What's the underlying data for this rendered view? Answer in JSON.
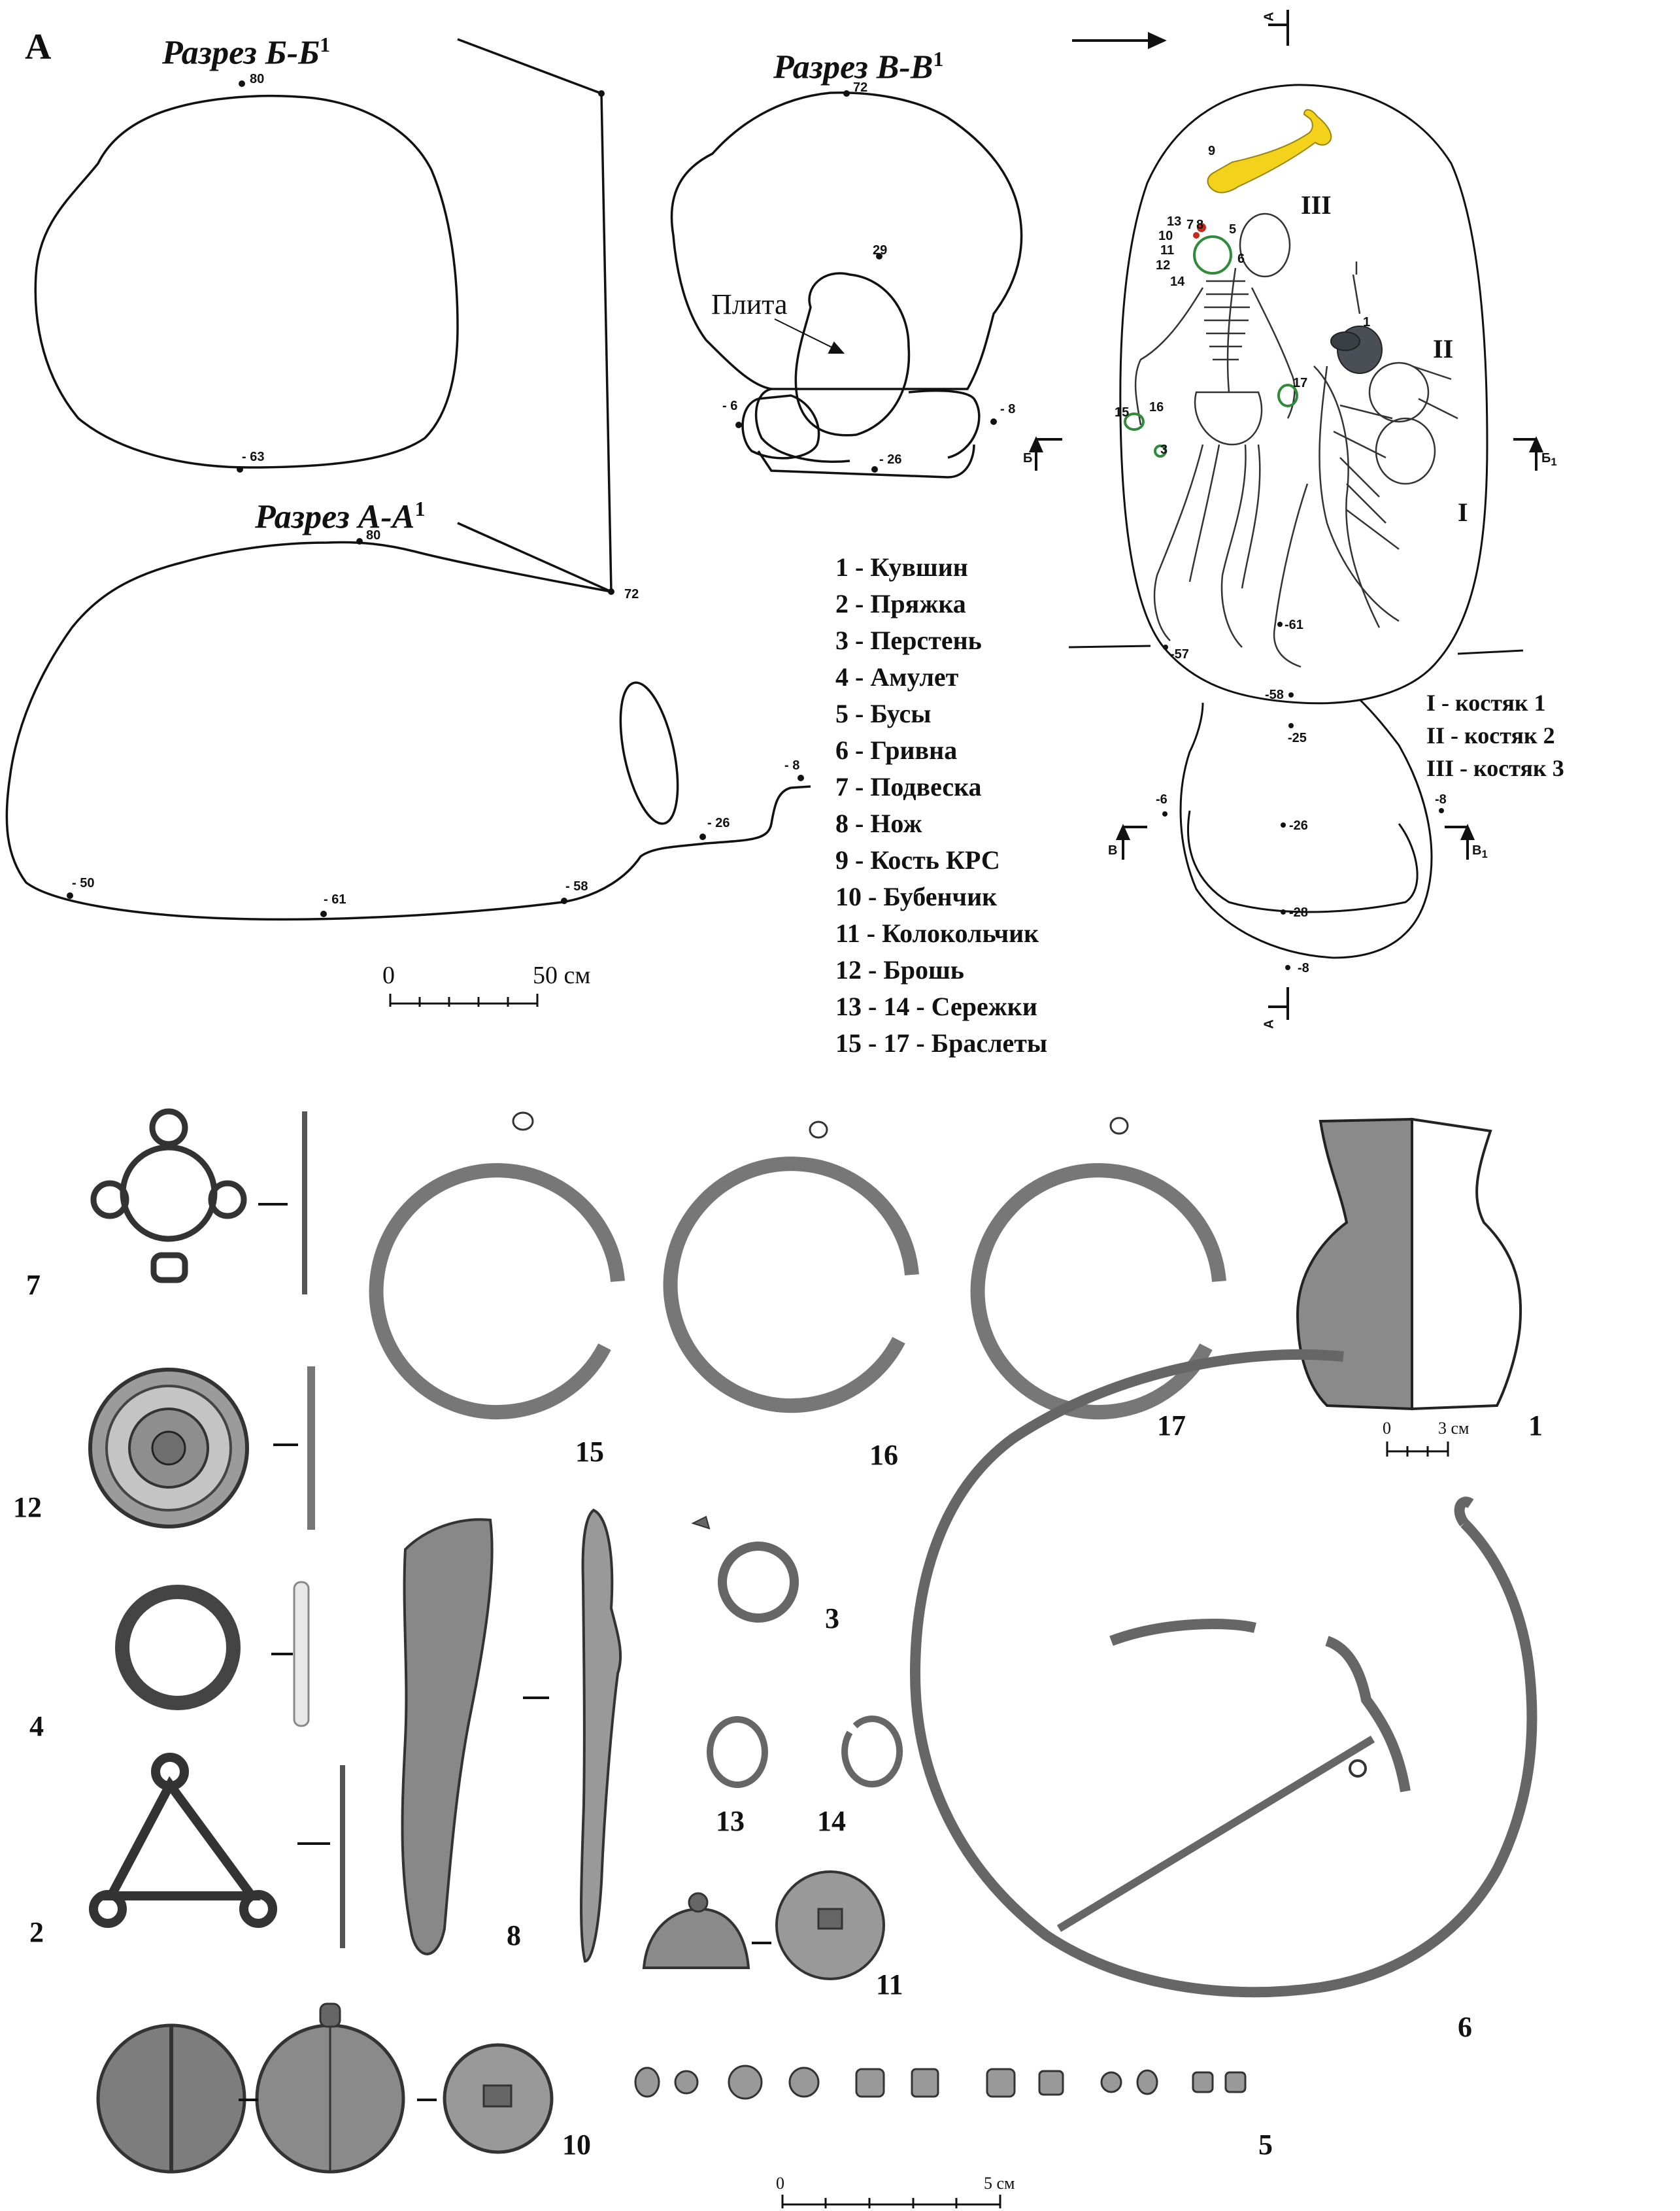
{
  "panel_letter": "А",
  "sections": {
    "bb": {
      "title": "Разрез Б-Б",
      "sup": "1"
    },
    "vv": {
      "title": "Разрез В-В",
      "sup": "1"
    },
    "aa": {
      "title": "Разрез А-А",
      "sup": "1"
    }
  },
  "plita_label": "Плита",
  "depth_marks": {
    "bb_top": "80",
    "bb_bottom": "- 63",
    "vv_top": "72",
    "vv_mid": "29",
    "vv_left": "- 6",
    "vv_right": "- 8",
    "vv_bottom": "- 26",
    "aa_top": "80",
    "aa_72": "72",
    "aa_m8": "- 8",
    "aa_m26": "- 26",
    "aa_m50": "- 50",
    "aa_m61": "- 61",
    "aa_m58": "- 58",
    "plan_m61": "-61",
    "plan_m57": "-57",
    "plan_m58": "-58",
    "plan_m25": "-25",
    "plan_m26": "-26",
    "plan_m28": "-28",
    "plan_m8_bottom": "-8",
    "plan_m6": "-6",
    "plan_m8_right": "-8"
  },
  "section_markers": {
    "b_left": "Б",
    "b_right": "Б",
    "b_right_sub": "1",
    "v_left": "В",
    "v_right": "В",
    "v_right_sub": "1",
    "a_top": "А",
    "a_bottom": "А"
  },
  "plan_numbers": {
    "n9": "9",
    "n13": "13",
    "n10": "10",
    "n11": "11",
    "n12": "12",
    "n14": "14",
    "n7": "7",
    "n8": "8",
    "n5": "5",
    "n6": "6",
    "n1": "1",
    "n15": "15",
    "n16": "16",
    "n3": "3",
    "n17": "17"
  },
  "skeleton_roman": {
    "iii": "III",
    "ii": "II",
    "i": "I"
  },
  "legend": [
    "1 - Кувшин",
    "2 - Пряжка",
    "3 - Перстень",
    "4 - Амулет",
    "5 - Бусы",
    "6 - Гривна",
    "7 - Подвеска",
    "8 -  Нож",
    "9 - Кость КРС",
    "10 - Бубенчик",
    "11 - Колокольчик",
    "12 - Брошь",
    "13 - 14 - Сережки",
    "15 - 17 - Браслеты"
  ],
  "skeletons": [
    "I - костяк 1",
    "II - костяк 2",
    "III - костяк 3"
  ],
  "scale_plan": {
    "zero": "0",
    "value": "50 см"
  },
  "scale_jug": {
    "zero": "0",
    "value": "3 см"
  },
  "scale_beads": {
    "zero": "0",
    "value": "5 см"
  },
  "artifact_numbers": {
    "a7": "7",
    "a12": "12",
    "a4": "4",
    "a2": "2",
    "a15": "15",
    "a16": "16",
    "a17": "17",
    "a1": "1",
    "a8": "8",
    "a3": "3",
    "a13": "13",
    "a14": "14",
    "a11": "11",
    "a6": "6",
    "a10": "10",
    "a5": "5"
  },
  "colors": {
    "bone_highlight": "#f2d21b",
    "jug_marker": "#4a4f56",
    "ring_marker": "#2f8a3a",
    "red_marker": "#c62a1d",
    "ink": "#111111"
  }
}
